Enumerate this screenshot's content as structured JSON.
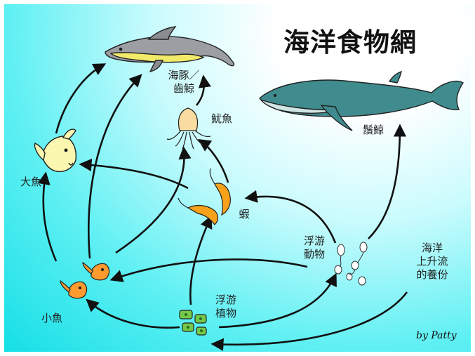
{
  "title": "海洋食物網",
  "signature": "by Patty",
  "labels": {
    "dolphin": "海豚／\n齒鯨",
    "jellyfish": "魷魚",
    "baleen_whale": "鬚鯨",
    "big_fish": "大魚",
    "shrimp": "蝦",
    "zooplankton": "浮游\n動物",
    "upwelling": "海洋\n上升流\n的養份",
    "small_fish": "小魚",
    "phytoplankton": "浮游\n植物"
  },
  "colors": {
    "background_light": "#ffffff",
    "background_cyan": "#15dfe6",
    "arrow": "#111111",
    "whale": "#3f8b8e",
    "fish_big": "#fbf7b0",
    "fish_small": "#ff9a2e",
    "shrimp": "#f7a21a",
    "jellyfish": "#f8dca0",
    "phytoplankton": "#74c94a"
  }
}
